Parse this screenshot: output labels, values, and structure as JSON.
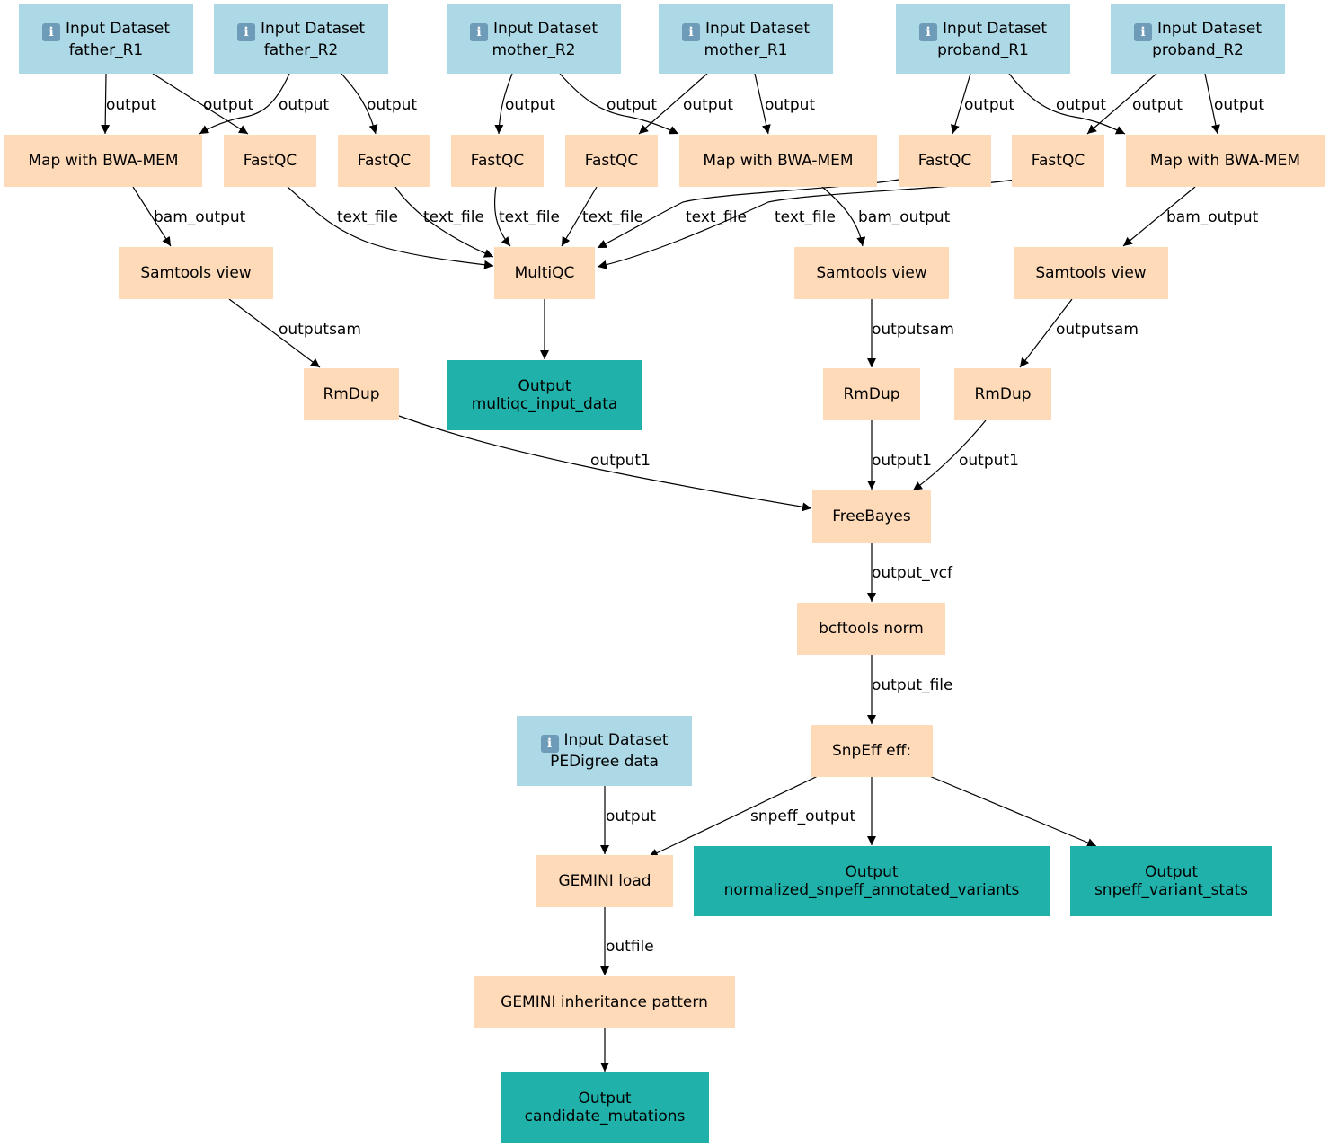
{
  "colors": {
    "input": "#add8e6",
    "tool": "#ffdab9",
    "output": "#20b2aa",
    "info_icon": "#6d9bb8",
    "edge": "#000000"
  },
  "icons": {
    "input_dataset": "information-icon"
  },
  "nodes": [
    {
      "id": "in_father_r1",
      "kind": "input",
      "lines": [
        "Input Dataset",
        "father_R1"
      ]
    },
    {
      "id": "in_father_r2",
      "kind": "input",
      "lines": [
        "Input Dataset",
        "father_R2"
      ]
    },
    {
      "id": "in_mother_r2",
      "kind": "input",
      "lines": [
        "Input Dataset",
        "mother_R2"
      ]
    },
    {
      "id": "in_mother_r1",
      "kind": "input",
      "lines": [
        "Input Dataset",
        "mother_R1"
      ]
    },
    {
      "id": "in_proband_r1",
      "kind": "input",
      "lines": [
        "Input Dataset",
        "proband_R1"
      ]
    },
    {
      "id": "in_proband_r2",
      "kind": "input",
      "lines": [
        "Input Dataset",
        "proband_R2"
      ]
    },
    {
      "id": "bwa_father",
      "kind": "tool",
      "lines": [
        "Map with BWA-MEM"
      ]
    },
    {
      "id": "fqc1",
      "kind": "tool",
      "lines": [
        "FastQC"
      ]
    },
    {
      "id": "fqc2",
      "kind": "tool",
      "lines": [
        "FastQC"
      ]
    },
    {
      "id": "fqc3",
      "kind": "tool",
      "lines": [
        "FastQC"
      ]
    },
    {
      "id": "fqc4",
      "kind": "tool",
      "lines": [
        "FastQC"
      ]
    },
    {
      "id": "bwa_mother",
      "kind": "tool",
      "lines": [
        "Map with BWA-MEM"
      ]
    },
    {
      "id": "fqc5",
      "kind": "tool",
      "lines": [
        "FastQC"
      ]
    },
    {
      "id": "fqc6",
      "kind": "tool",
      "lines": [
        "FastQC"
      ]
    },
    {
      "id": "bwa_proband",
      "kind": "tool",
      "lines": [
        "Map with BWA-MEM"
      ]
    },
    {
      "id": "sam_father",
      "kind": "tool",
      "lines": [
        "Samtools view"
      ]
    },
    {
      "id": "multiqc",
      "kind": "tool",
      "lines": [
        "MultiQC"
      ]
    },
    {
      "id": "sam_mother",
      "kind": "tool",
      "lines": [
        "Samtools view"
      ]
    },
    {
      "id": "sam_proband",
      "kind": "tool",
      "lines": [
        "Samtools view"
      ]
    },
    {
      "id": "rmdup_father",
      "kind": "tool",
      "lines": [
        "RmDup"
      ]
    },
    {
      "id": "out_multiqc",
      "kind": "output",
      "lines": [
        "Output",
        "multiqc_input_data"
      ]
    },
    {
      "id": "rmdup_mother",
      "kind": "tool",
      "lines": [
        "RmDup"
      ]
    },
    {
      "id": "rmdup_proband",
      "kind": "tool",
      "lines": [
        "RmDup"
      ]
    },
    {
      "id": "freebayes",
      "kind": "tool",
      "lines": [
        "FreeBayes"
      ]
    },
    {
      "id": "bcftools",
      "kind": "tool",
      "lines": [
        "bcftools norm"
      ]
    },
    {
      "id": "in_ped",
      "kind": "input",
      "lines": [
        "Input Dataset",
        "PEDigree data"
      ]
    },
    {
      "id": "snpeff",
      "kind": "tool",
      "lines": [
        "SnpEff eff:"
      ]
    },
    {
      "id": "gemini_load",
      "kind": "tool",
      "lines": [
        "GEMINI load"
      ]
    },
    {
      "id": "out_norm",
      "kind": "output",
      "lines": [
        "Output",
        "normalized_snpeff_annotated_variants"
      ]
    },
    {
      "id": "out_stats",
      "kind": "output",
      "lines": [
        "Output",
        "snpeff_variant_stats"
      ]
    },
    {
      "id": "gemini_inh",
      "kind": "tool",
      "lines": [
        "GEMINI inheritance pattern"
      ]
    },
    {
      "id": "out_candidates",
      "kind": "output",
      "lines": [
        "Output",
        "candidate_mutations"
      ]
    }
  ],
  "edges": [
    {
      "from": "in_father_r1",
      "to": "bwa_father",
      "label": "output"
    },
    {
      "from": "in_father_r1",
      "to": "fqc1",
      "label": "output"
    },
    {
      "from": "in_father_r2",
      "to": "bwa_father",
      "label": "output"
    },
    {
      "from": "in_father_r2",
      "to": "fqc2",
      "label": "output"
    },
    {
      "from": "in_mother_r2",
      "to": "fqc3",
      "label": "output"
    },
    {
      "from": "in_mother_r2",
      "to": "bwa_mother",
      "label": "output"
    },
    {
      "from": "in_mother_r1",
      "to": "fqc4",
      "label": "output"
    },
    {
      "from": "in_mother_r1",
      "to": "bwa_mother",
      "label": "output"
    },
    {
      "from": "in_proband_r1",
      "to": "fqc5",
      "label": "output"
    },
    {
      "from": "in_proband_r1",
      "to": "bwa_proband",
      "label": "output"
    },
    {
      "from": "in_proband_r2",
      "to": "fqc6",
      "label": "output"
    },
    {
      "from": "in_proband_r2",
      "to": "bwa_proband",
      "label": "output"
    },
    {
      "from": "bwa_father",
      "to": "sam_father",
      "label": "bam_output"
    },
    {
      "from": "fqc1",
      "to": "multiqc",
      "label": "text_file"
    },
    {
      "from": "fqc2",
      "to": "multiqc",
      "label": "text_file"
    },
    {
      "from": "fqc3",
      "to": "multiqc",
      "label": "text_file"
    },
    {
      "from": "fqc4",
      "to": "multiqc",
      "label": "text_file"
    },
    {
      "from": "fqc5",
      "to": "multiqc",
      "label": "text_file"
    },
    {
      "from": "fqc6",
      "to": "multiqc",
      "label": "text_file"
    },
    {
      "from": "bwa_mother",
      "to": "sam_mother",
      "label": "bam_output"
    },
    {
      "from": "bwa_proband",
      "to": "sam_proband",
      "label": "bam_output"
    },
    {
      "from": "sam_father",
      "to": "rmdup_father",
      "label": "outputsam"
    },
    {
      "from": "multiqc",
      "to": "out_multiqc",
      "label": ""
    },
    {
      "from": "sam_mother",
      "to": "rmdup_mother",
      "label": "outputsam"
    },
    {
      "from": "sam_proband",
      "to": "rmdup_proband",
      "label": "outputsam"
    },
    {
      "from": "rmdup_father",
      "to": "freebayes",
      "label": "output1"
    },
    {
      "from": "rmdup_mother",
      "to": "freebayes",
      "label": "output1"
    },
    {
      "from": "rmdup_proband",
      "to": "freebayes",
      "label": "output1"
    },
    {
      "from": "freebayes",
      "to": "bcftools",
      "label": "output_vcf"
    },
    {
      "from": "bcftools",
      "to": "snpeff",
      "label": "output_file"
    },
    {
      "from": "in_ped",
      "to": "gemini_load",
      "label": "output"
    },
    {
      "from": "snpeff",
      "to": "gemini_load",
      "label": "snpeff_output"
    },
    {
      "from": "snpeff",
      "to": "out_norm",
      "label": ""
    },
    {
      "from": "snpeff",
      "to": "out_stats",
      "label": ""
    },
    {
      "from": "gemini_load",
      "to": "gemini_inh",
      "label": "outfile"
    },
    {
      "from": "gemini_inh",
      "to": "out_candidates",
      "label": ""
    }
  ]
}
